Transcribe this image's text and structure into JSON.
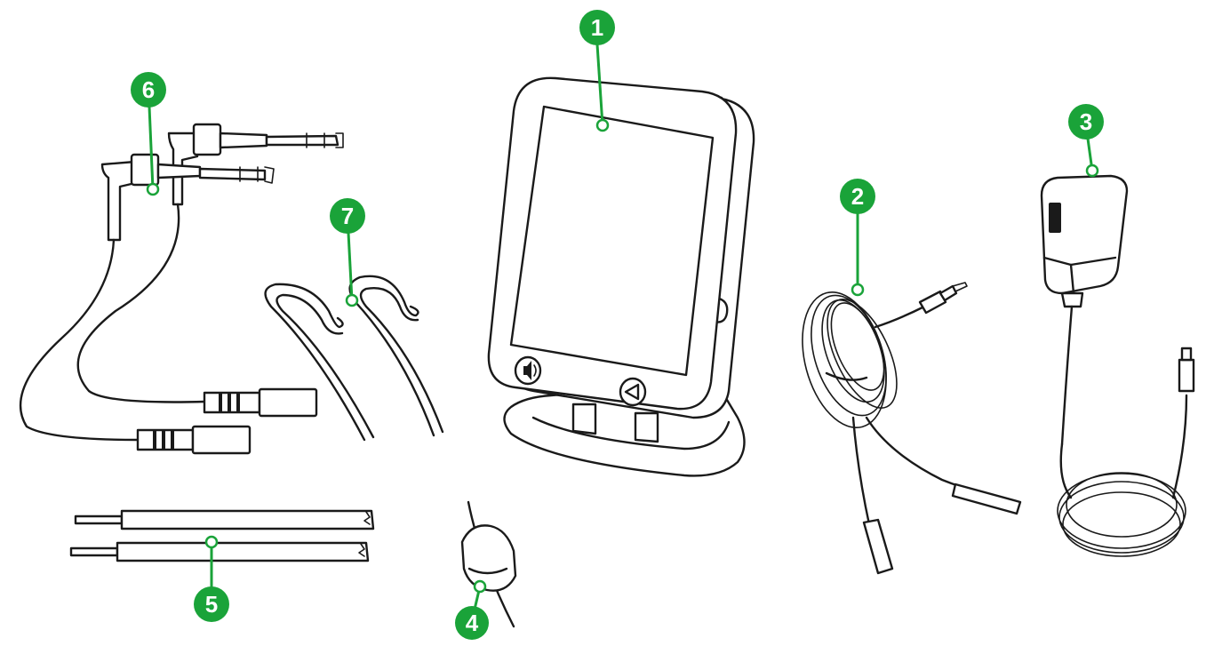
{
  "accent_color": "#1aa339",
  "callout_text_color": "#ffffff",
  "line_color": "#1a1a1a",
  "callouts": [
    {
      "label": "1",
      "part": "display-unit-on-stand"
    },
    {
      "label": "2",
      "part": "extension-cable"
    },
    {
      "label": "3",
      "part": "power-adapter"
    },
    {
      "label": "4",
      "part": "ferrite-clip"
    },
    {
      "label": "5",
      "part": "pry-tools"
    },
    {
      "label": "6",
      "part": "test-clip-leads"
    },
    {
      "label": "7",
      "part": "wire-hooks"
    }
  ],
  "icons": [
    "volume-icon",
    "back-arrow-icon"
  ]
}
